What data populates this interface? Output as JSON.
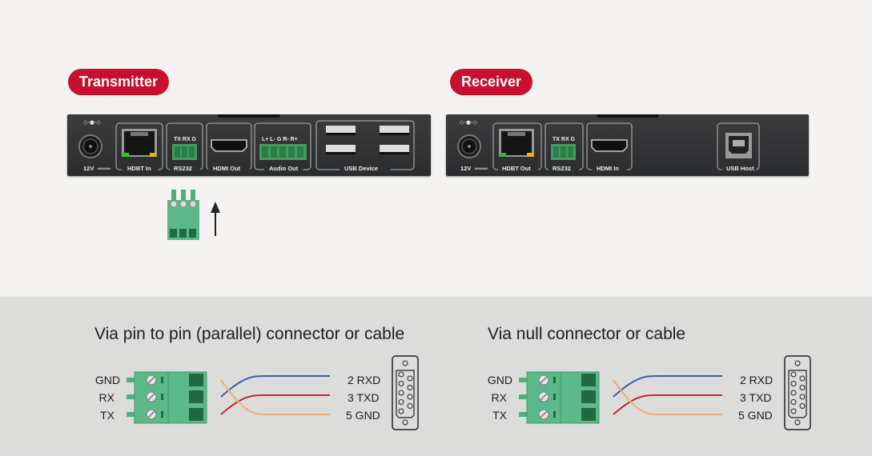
{
  "header": {
    "transmitter_label": "Transmitter",
    "receiver_label": "Receiver"
  },
  "transmitter": {
    "ports": {
      "power": "12V",
      "hdbt": "HDBT In",
      "rs232": "RS232",
      "rs232_pins": [
        "TX",
        "RX",
        "G"
      ],
      "hdmi": "HDMI Out",
      "audio": "Audio Out",
      "audio_pins": [
        "L+",
        "L-",
        "G",
        "R-",
        "R+"
      ],
      "usb": "USB Device"
    }
  },
  "receiver": {
    "ports": {
      "power": "12V",
      "hdbt": "HDBT Out",
      "rs232": "RS232",
      "rs232_pins": [
        "TX",
        "RX",
        "G"
      ],
      "hdmi": "HDMI In",
      "usb": "USB Host"
    }
  },
  "wiring": {
    "parallel": {
      "title": "Via pin to pin (parallel) connector or cable",
      "terminal_pins": [
        "GND",
        "RX",
        "TX"
      ],
      "db9_pins": [
        "2 RXD",
        "3 TXD",
        "5 GND"
      ]
    },
    "null": {
      "title": "Via null connector or cable",
      "terminal_pins": [
        "GND",
        "RX",
        "TX"
      ],
      "db9_pins": [
        "2 RXD",
        "3 TXD",
        "5 GND"
      ]
    }
  },
  "colors": {
    "accent_red": "#c8102e",
    "wire_blue": "#3a5ea8",
    "wire_red": "#c0272d",
    "wire_orange": "#eab07a",
    "terminal_green": "#4caf7d"
  }
}
